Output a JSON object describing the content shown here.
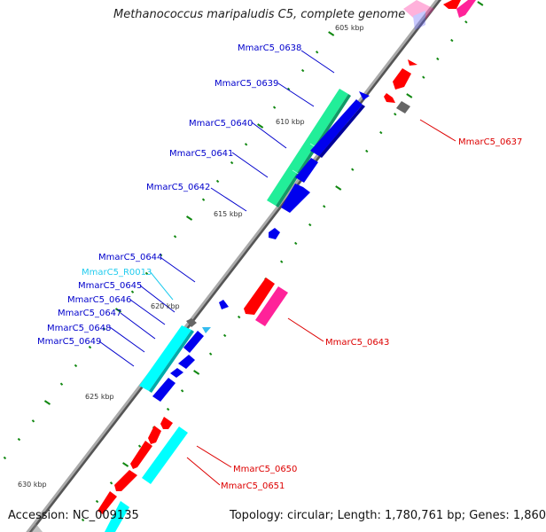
{
  "title": "Methanococcus maripaludis C5, complete genome",
  "footer": {
    "accession": "Accession: NC_009135",
    "summary": "Topology: circular; Length: 1,780,761 bp; Genes: 1,860"
  },
  "colors": {
    "backbone": "#888888",
    "forward_cds": "#0000ee",
    "reverse_cds": "#ff0000",
    "reverse_misc": "#ff2299",
    "forward_rna": "#00ffff",
    "forward_feature": "#22ee99",
    "gray_feature": "#666666",
    "tick": "#118811",
    "label_forward": "#0000cc",
    "label_reverse": "#dd0000",
    "label_rna": "#22ccee"
  },
  "ticks": [
    {
      "label": "605 kbp"
    },
    {
      "label": "610 kbp"
    },
    {
      "label": "615 kbp"
    },
    {
      "label": "620 kbp"
    },
    {
      "label": "625 kbp"
    },
    {
      "label": "630 kbp"
    }
  ],
  "genes_forward": [
    {
      "label": "MmarC5_0638",
      "type": "cds"
    },
    {
      "label": "MmarC5_0639",
      "type": "cds"
    },
    {
      "label": "MmarC5_0640",
      "type": "cds"
    },
    {
      "label": "MmarC5_0641",
      "type": "cds"
    },
    {
      "label": "MmarC5_0642",
      "type": "cds"
    },
    {
      "label": "MmarC5_0644",
      "type": "cds"
    },
    {
      "label": "MmarC5_R0013",
      "type": "rna"
    },
    {
      "label": "MmarC5_0645",
      "type": "cds"
    },
    {
      "label": "MmarC5_0646",
      "type": "cds"
    },
    {
      "label": "MmarC5_0647",
      "type": "cds"
    },
    {
      "label": "MmarC5_0648",
      "type": "cds"
    },
    {
      "label": "MmarC5_0649",
      "type": "cds"
    }
  ],
  "genes_reverse": [
    {
      "label": "MmarC5_0637",
      "type": "cds"
    },
    {
      "label": "MmarC5_0643",
      "type": "cds"
    },
    {
      "label": "MmarC5_0650",
      "type": "cds"
    },
    {
      "label": "MmarC5_0651",
      "type": "cds"
    }
  ]
}
